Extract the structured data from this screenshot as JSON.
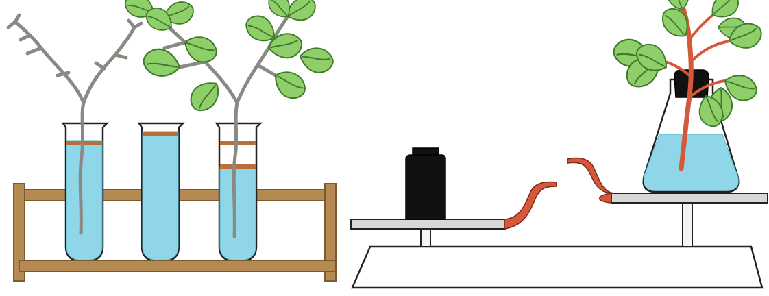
{
  "figures": [
    {
      "name": "test-tube-experiment",
      "tubes": [
        {
          "content": "bare-twig",
          "water_level_fraction": 0.82,
          "oil_marks": 1
        },
        {
          "content": "water-only",
          "water_level_fraction": 0.9,
          "oil_marks": 1
        },
        {
          "content": "leafy-twig",
          "water_level_fraction": 0.55,
          "oil_marks": 2
        }
      ]
    },
    {
      "name": "balance-experiment",
      "left_pan": "weight",
      "right_pan": "flask-with-leafy-branch",
      "beam_state": "right-side-raised"
    }
  ],
  "colors": {
    "water": "#8fd6e8",
    "water_dark": "#5ab6d2",
    "oil_mark": "#b8703a",
    "rack_wood": "#b58a52",
    "rack_wood_dark": "#7a5a2e",
    "leaf": "#8fcf6a",
    "leaf_dark": "#3e7a2a",
    "twig": "#8a8a84",
    "red_stem": "#d5583a",
    "weight": "#111111",
    "beam": "#d8d8d8",
    "base": "#ffffff",
    "outline": "#222222"
  }
}
